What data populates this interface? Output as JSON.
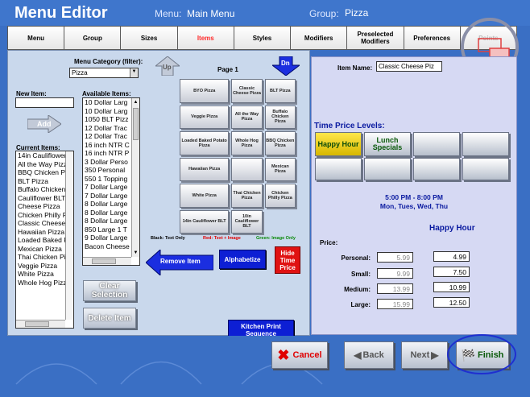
{
  "header": {
    "title": "Menu Editor",
    "menu_label": "Menu:",
    "menu_value": "Main Menu",
    "group_label": "Group:",
    "group_value": "Pizza"
  },
  "tabs": [
    {
      "label": "Menu"
    },
    {
      "label": "Group"
    },
    {
      "label": "Sizes"
    },
    {
      "label": "Items"
    },
    {
      "label": "Styles"
    },
    {
      "label": "Modifiers"
    },
    {
      "label": "Preselected Modifiers"
    },
    {
      "label": "Preferences"
    },
    {
      "label": "Points"
    }
  ],
  "left": {
    "menu_category_label": "Menu Category (filter):",
    "menu_category_value": "Pizza",
    "new_item_label": "New Item:",
    "new_item_value": "",
    "add_label": "Add",
    "available_label": "Available Items:",
    "available_items": [
      "10 Dollar Larg",
      "10 Dollar Larg",
      "1050 BLT Pizz",
      "12 Dollar Trac",
      "12 Dollar Trac",
      "16 inch NTR C",
      "16 inch NTR P",
      "3 Dollar Perso",
      "350 Personal",
      "550 1 Topping",
      "7 Dollar Large",
      "7 Dollar Large",
      "8 Dollar Large",
      "8 Dollar Large",
      "8 Dollar Large",
      "850 Large 1 T",
      "9 Dollar Large",
      "Bacon Cheese"
    ],
    "current_label": "Current Items:",
    "current_items": [
      "14in Cauliflower B",
      "All the Way Pizza",
      "BBQ Chicken Piz",
      "BLT Pizza",
      "Buffalo Chicken P",
      "Cauliflower BLT",
      "Cheese Pizza",
      "Chicken Philly Piz",
      "Classic Cheese P",
      "Hawaiian Pizza",
      "Loaded Baked P",
      "Mexican Pizza",
      "Thai Chicken Piz",
      "Veggie Pizza",
      "White Pizza",
      "Whole Hog Pizze"
    ],
    "clear_label": "Clear Selection",
    "delete_label": "Delete Item",
    "up_label": "Up",
    "page_label": "Page 1",
    "dn_label": "Dn",
    "grid_items": [
      "BYO Pizza",
      "Classic Cheese Pizza",
      "BLT Pizza",
      "Veggie Pizza",
      "All the Way Pizza",
      "Buffalo Chicken Pizza",
      "Loaded Baked Potato Pizza",
      "Whole Hog Pizza",
      "BBQ Chicken Pizza",
      "Hawaiian Pizza",
      "",
      "Mexican Pizza",
      "White Pizza",
      "Thai Chicken Pizza",
      "Chicken Philly Pizza",
      "14in Cauliflower BLT",
      "10in Cauliflower BLT"
    ],
    "legend_black": "Black: Text Only",
    "legend_red": "Red: Text + Image",
    "legend_green": "Green: Image Only",
    "remove_label": "Remove Item",
    "alphabetize_label": "Alphabetize",
    "hide_time_price_label": "Hide Time Price",
    "kitchen_print_label": "Kitchen Print Sequence"
  },
  "right": {
    "item_name_label": "Item Name:",
    "item_name_value": "Classic Cheese Piz",
    "time_price_label": "Time Price Levels:",
    "levels": [
      "Happy Hour",
      "Lunch Specials",
      "",
      "",
      "",
      "",
      "",
      ""
    ],
    "time_range": "5:00 PM - 8:00 PM",
    "days": "Mon, Tues, Wed, Thu",
    "selected_level": "Happy Hour",
    "price_label": "Price:",
    "prices": [
      {
        "size": "Personal:",
        "base": "5.99",
        "level": "4.99"
      },
      {
        "size": "Small:",
        "base": "9.99",
        "level": "7.50"
      },
      {
        "size": "Medium:",
        "base": "13.99",
        "level": "10.99"
      },
      {
        "size": "Large:",
        "base": "15.99",
        "level": "12.50"
      }
    ]
  },
  "footer": {
    "cancel_label": "Cancel",
    "back_label": "Back",
    "next_label": "Next",
    "finish_label": "Finish"
  }
}
